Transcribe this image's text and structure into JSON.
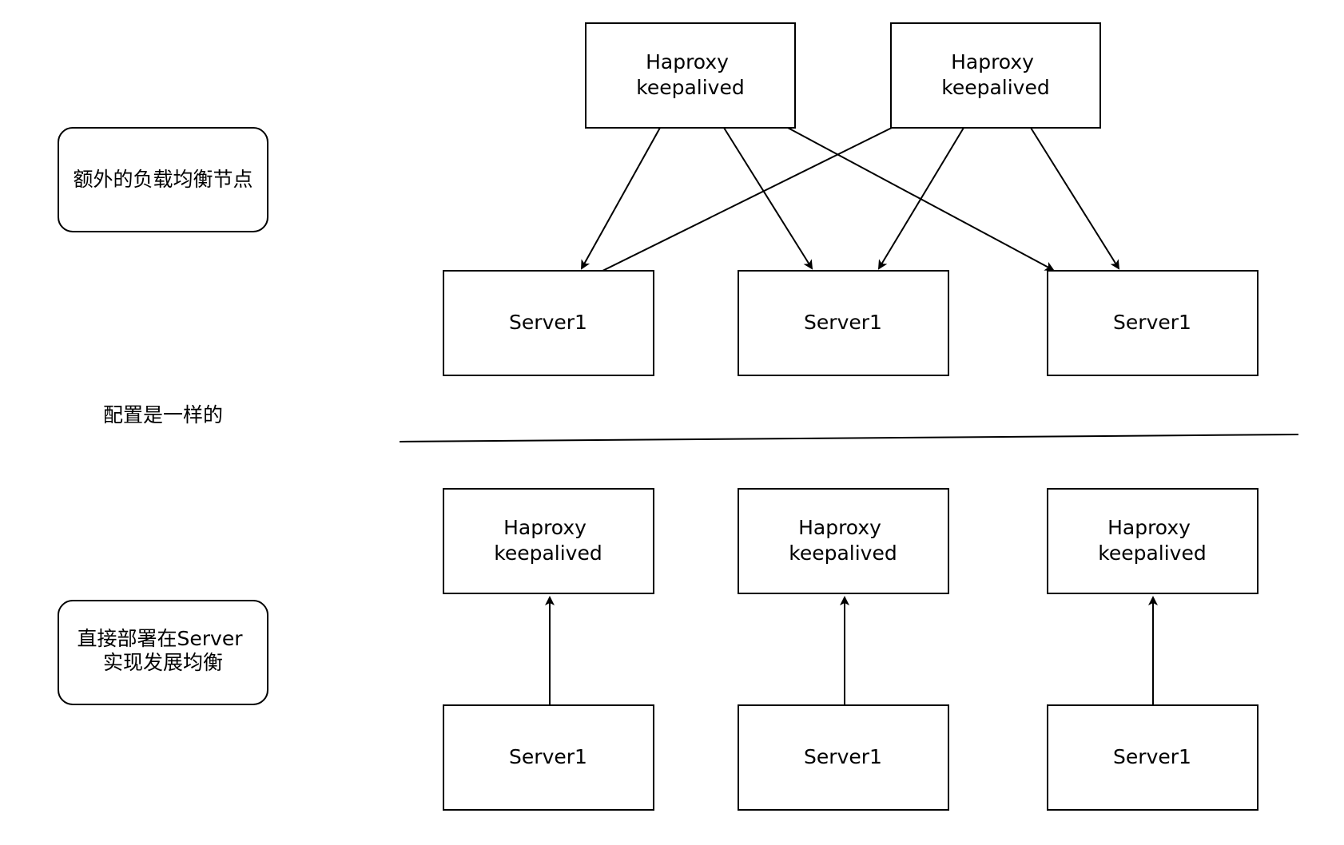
{
  "labels": {
    "extra_lb_node": [
      "额外的负载均衡节点"
    ],
    "same_config": "配置是一样的",
    "direct_deploy": [
      "直接部署在Server",
      "实现发展均衡"
    ]
  },
  "nodes": {
    "top_lb_1": [
      "Haproxy",
      "keepalived"
    ],
    "top_lb_2": [
      "Haproxy",
      "keepalived"
    ],
    "top_server_1": [
      "Server1"
    ],
    "top_server_2": [
      "Server1"
    ],
    "top_server_3": [
      "Server1"
    ],
    "bottom_lb_1": [
      "Haproxy",
      "keepalived"
    ],
    "bottom_lb_2": [
      "Haproxy",
      "keepalived"
    ],
    "bottom_lb_3": [
      "Haproxy",
      "keepalived"
    ],
    "bottom_server_1": [
      "Server1"
    ],
    "bottom_server_2": [
      "Server1"
    ],
    "bottom_server_3": [
      "Server1"
    ]
  },
  "edges": [
    {
      "from": "top_lb_1",
      "to": "top_server_1"
    },
    {
      "from": "top_lb_1",
      "to": "top_server_2"
    },
    {
      "from": "top_lb_1",
      "to": "top_server_3"
    },
    {
      "from": "top_lb_2",
      "to": "top_server_1"
    },
    {
      "from": "top_lb_2",
      "to": "top_server_2"
    },
    {
      "from": "top_lb_2",
      "to": "top_server_3"
    },
    {
      "from": "bottom_server_1",
      "to": "bottom_lb_1"
    },
    {
      "from": "bottom_server_2",
      "to": "bottom_lb_2"
    },
    {
      "from": "bottom_server_3",
      "to": "bottom_lb_3"
    }
  ],
  "colors": {
    "stroke": "#000000",
    "fill": "#ffffff",
    "text": "#000000"
  }
}
